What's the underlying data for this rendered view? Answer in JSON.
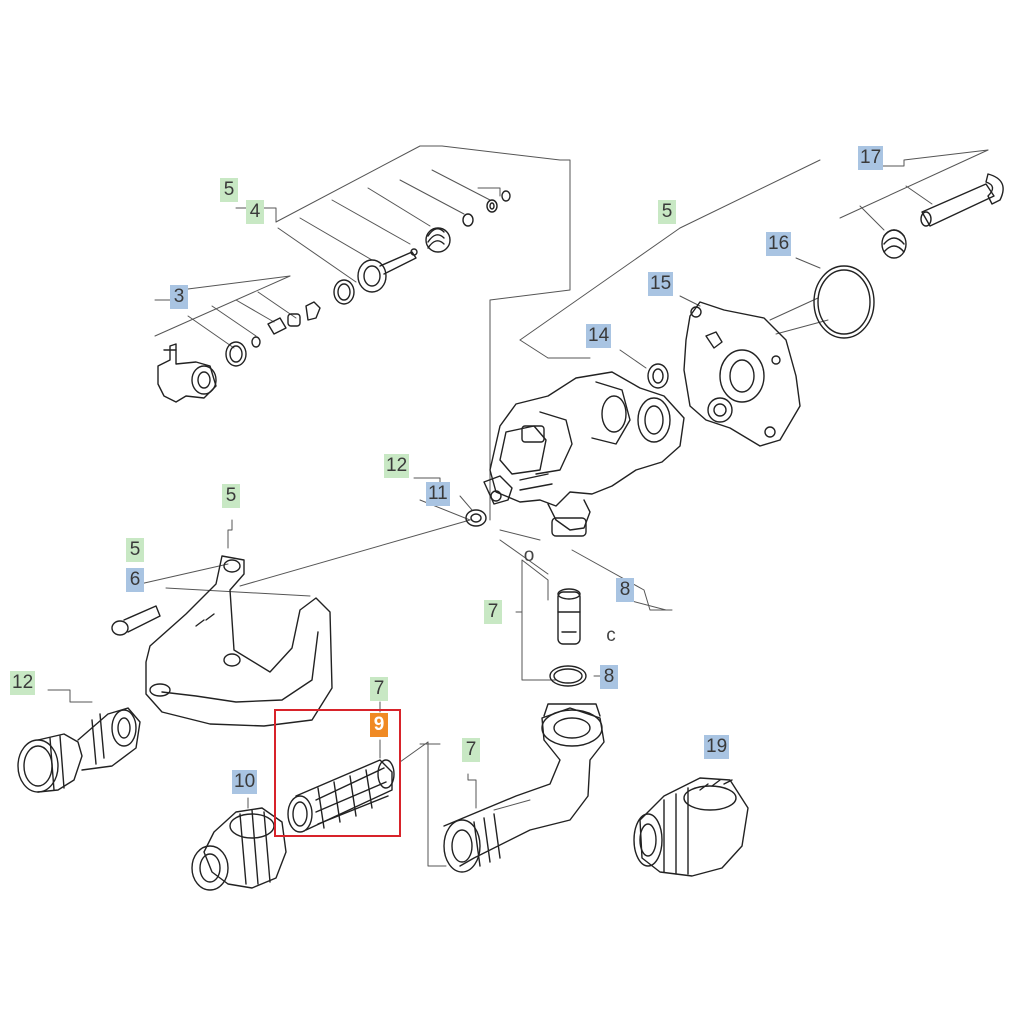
{
  "diagram": {
    "highlight_color": "#d8232a",
    "colors": {
      "green_label": "#c8e8c4",
      "blue_label": "#a9c4e2",
      "orange_label": "#f08a24"
    },
    "labels": {
      "l5_top": "5",
      "l4_top": "4",
      "l3_top": "3",
      "l5_pump": "5",
      "l17": "17",
      "l16": "16",
      "l15": "15",
      "l14": "14",
      "l12_mid": "12",
      "l11": "11",
      "l5_bracket": "5",
      "l5_bolt": "5",
      "l6": "6",
      "l7_mid": "7",
      "l8_upper": "8",
      "l8_lower": "8",
      "l_c": "c",
      "l_o": "o",
      "l12_left": "12",
      "l7_filter": "7",
      "l9": "9",
      "l7_elbow": "7",
      "l10": "10",
      "l19": "19"
    }
  }
}
